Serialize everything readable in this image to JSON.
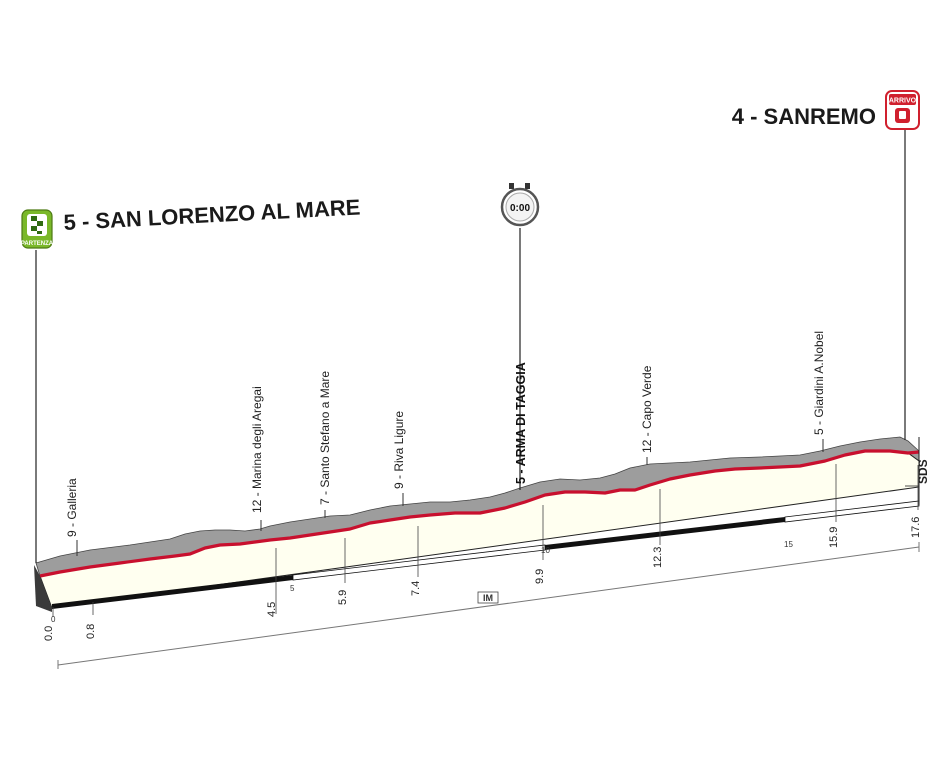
{
  "start": {
    "name": "5 - SAN LORENZO AL MARE",
    "badge": "PARTENZA"
  },
  "finish": {
    "name": "4 - SANREMO",
    "badge": "ARRIVO"
  },
  "intermediate": {
    "name": "5 - ARMA DI TAGGIA",
    "timer": "0:00"
  },
  "waypoints": [
    "9 - Galleria",
    "12 - Marina degli Aregai",
    "7 - Santo Stefano a Mare",
    "9 - Riva Ligure",
    "12 - Capo Verde",
    "5 - Giardini A.Nobel"
  ],
  "distances": [
    "0.0",
    "0.8",
    "4.5",
    "5.9",
    "7.4",
    "9.9",
    "12.3",
    "15.9",
    "17.6"
  ],
  "km_markers": [
    "0",
    "5",
    "10",
    "15"
  ],
  "road_label": "IM",
  "side_label": "SDS",
  "colors": {
    "profile_grey": "#9d9d9d",
    "road_red": "#c8102e",
    "start_green": "#7ab829",
    "finish_red": "#d0202e",
    "cream": "#fffff0"
  }
}
